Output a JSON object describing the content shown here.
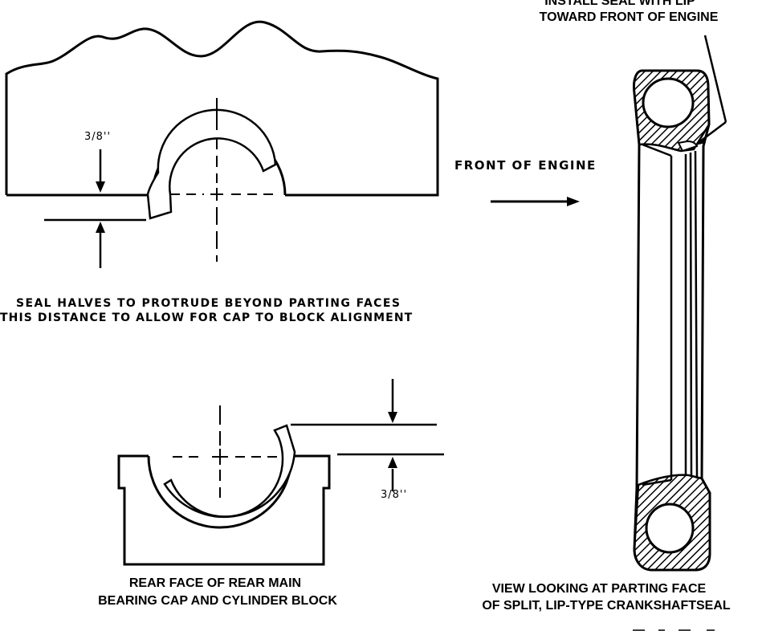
{
  "labels": {
    "install_seal_line1": "INSTALL SEAL WITH LIP",
    "install_seal_line2": "TOWARD FRONT OF ENGINE",
    "front_of_engine": "FRONT OF ENGINE",
    "dimension_top": "3/8''",
    "dimension_bottom": "3/8''",
    "protrude_line1": "SEAL HALVES TO PROTRUDE BEYOND PARTING FACES",
    "protrude_line2": "THIS DISTANCE TO ALLOW FOR CAP TO BLOCK ALIGNMENT",
    "rear_face_line1": "REAR FACE OF REAR MAIN",
    "rear_face_line2": "BEARING CAP AND CYLINDER BLOCK",
    "view_line1": "VIEW LOOKING AT PARTING FACE",
    "view_line2": "OF SPLIT, LIP-TYPE CRANKSHAFTSEAL"
  },
  "colors": {
    "ink": "#000000",
    "paper": "#ffffff"
  }
}
